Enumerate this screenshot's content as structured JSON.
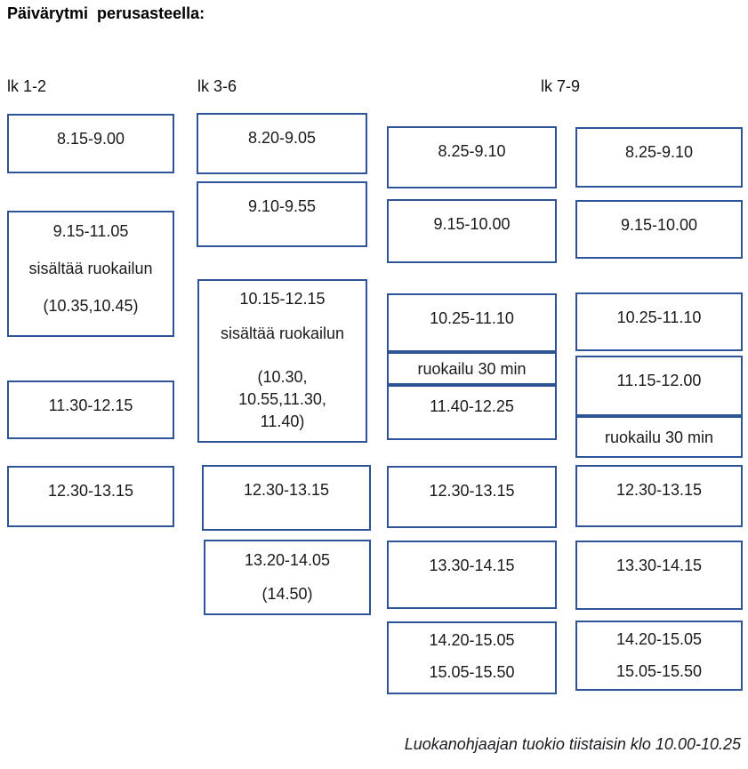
{
  "title": "Päivärytmi  perusasteella:",
  "column_headers": [
    "lk 1-2",
    "lk 3-6",
    "lk 7-9"
  ],
  "col1": {
    "box1": {
      "line1": "8.15-9.00"
    },
    "box2": {
      "line1": "9.15-11.05",
      "line2": "sisältää ruokailun",
      "line3": "(10.35,10.45)"
    },
    "box3": {
      "line1": "11.30-12.15"
    },
    "box4": {
      "line1": "12.30-13.15"
    }
  },
  "col2": {
    "box1": {
      "line1": "8.20-9.05"
    },
    "box2": {
      "line1": "9.10-9.55"
    },
    "box3": {
      "line1": "10.15-12.15",
      "line2": "sisältää ruokailun",
      "line3a": "(10.30,",
      "line3b": "10.55,11.30,",
      "line3c": "11.40)"
    },
    "box4": {
      "line1": "12.30-13.15"
    },
    "box5": {
      "line1": "13.20-14.05",
      "line2": "(14.50)"
    }
  },
  "col3": {
    "box1": {
      "line1": "8.25-9.10"
    },
    "box2": {
      "line1": "9.15-10.00"
    },
    "box3": {
      "line1": "10.25-11.10"
    },
    "box4": {
      "line1": "ruokailu 30 min"
    },
    "box5": {
      "line1": "11.40-12.25"
    },
    "box6": {
      "line1": "12.30-13.15"
    },
    "box7": {
      "line1": "13.30-14.15"
    },
    "box8": {
      "line1": "14.20-15.05",
      "line2": "15.05-15.50"
    }
  },
  "col4": {
    "box1": {
      "line1": "8.25-9.10"
    },
    "box2": {
      "line1": "9.15-10.00"
    },
    "box3": {
      "line1": "10.25-11.10"
    },
    "box4": {
      "line1": "11.15-12.00"
    },
    "box5": {
      "line1": "ruokailu 30 min"
    },
    "box6": {
      "line1": "12.30-13.15"
    },
    "box7": {
      "line1": "13.30-14.15"
    },
    "box8": {
      "line1": "14.20-15.05",
      "line2": "15.05-15.50"
    }
  },
  "footer": "Luokanohjaajan tuokio tiistaisin klo 10.00-10.25",
  "colors": {
    "border_blue": "#2F5496",
    "text": "#1A1A1A",
    "background": "#FFFFFF"
  }
}
